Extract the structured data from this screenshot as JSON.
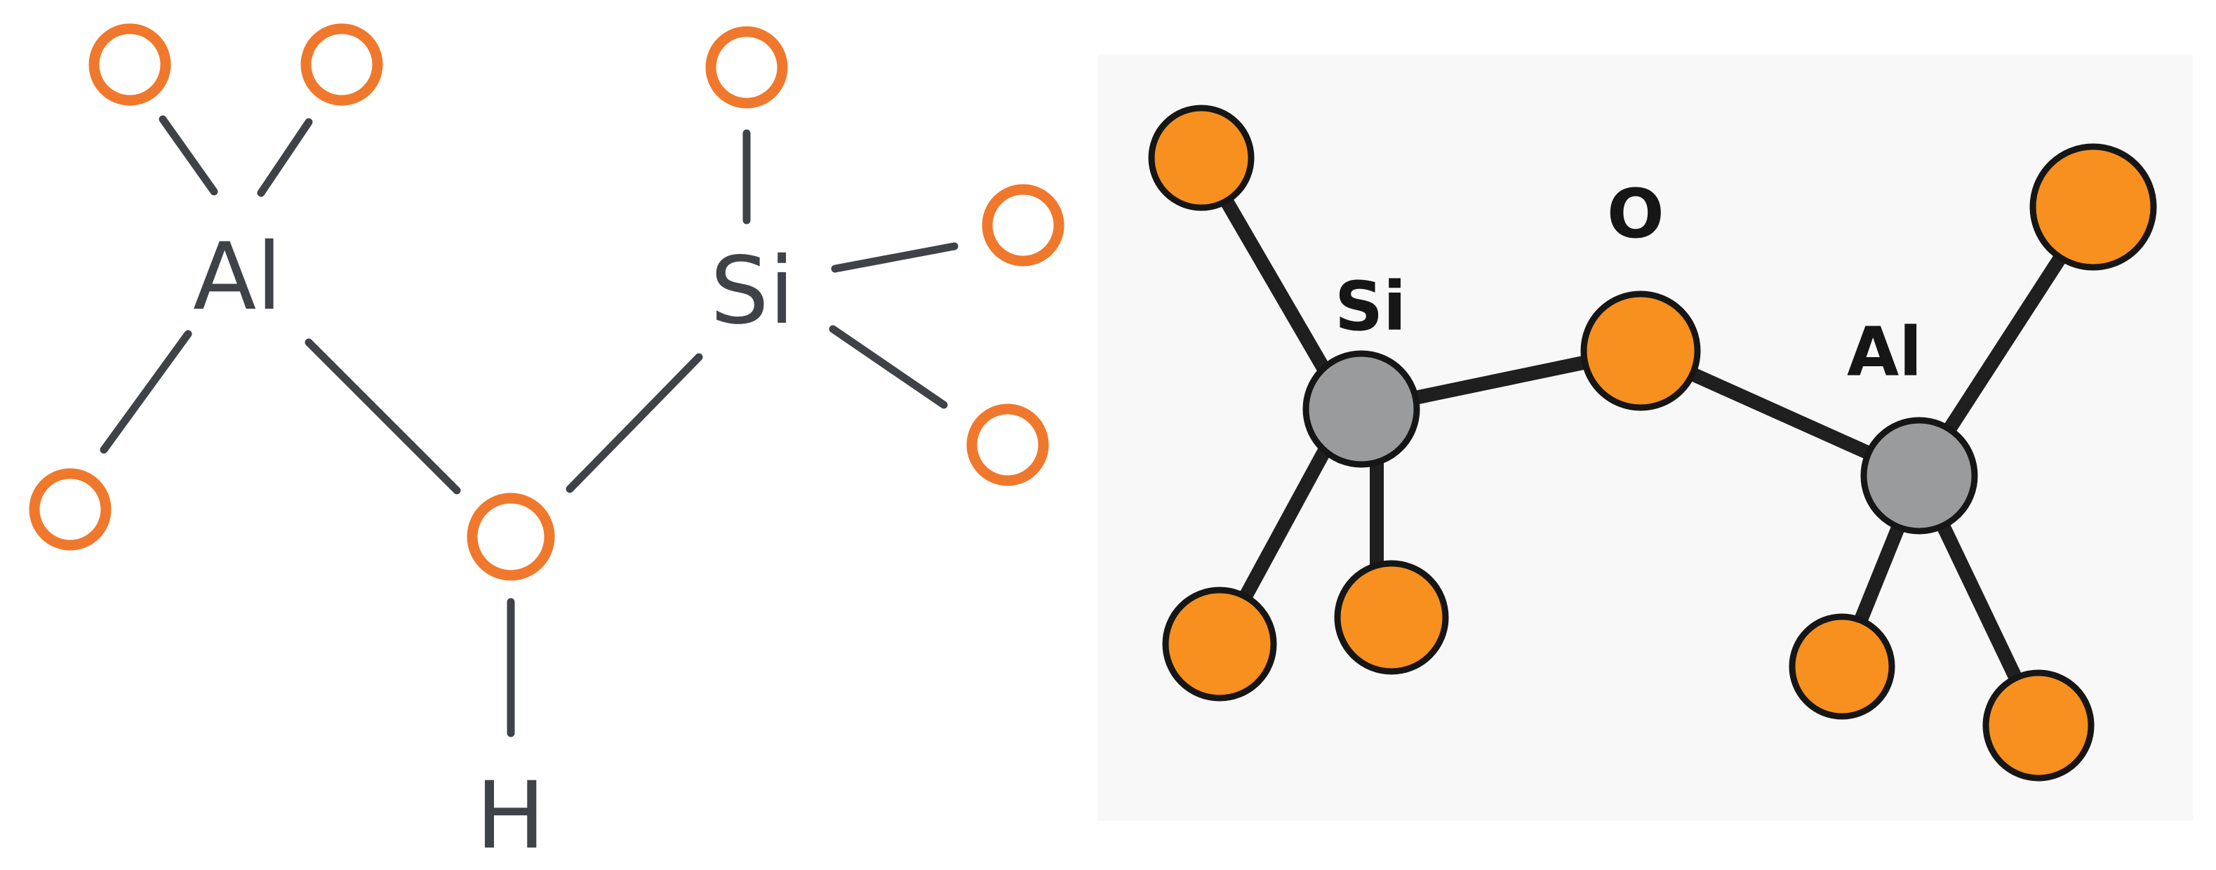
{
  "left_structure": {
    "labels": {
      "al": "Al",
      "si": "Si",
      "h": "H"
    },
    "colors": {
      "oxygen": "#f0782c",
      "bond": "#3f4348"
    }
  },
  "right_structure": {
    "labels": {
      "si": "Si",
      "o": "O",
      "al": "Al"
    },
    "colors": {
      "oxygen": "#f7901e",
      "metal": "#9a9b9d",
      "bond": "#1f1f1f",
      "background": "#f8f8f8"
    }
  }
}
